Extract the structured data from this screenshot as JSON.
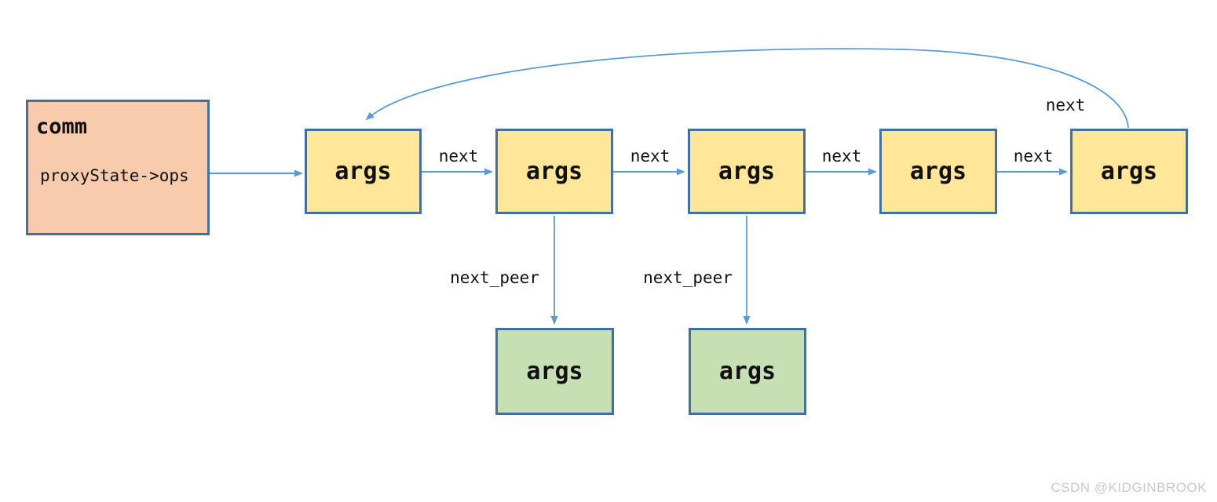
{
  "diagram": {
    "comm": {
      "title": "comm",
      "field": "proxyState->ops"
    },
    "list_nodes": [
      {
        "label": "args"
      },
      {
        "label": "args"
      },
      {
        "label": "args"
      },
      {
        "label": "args"
      },
      {
        "label": "args"
      }
    ],
    "peer_nodes": [
      {
        "label": "args"
      },
      {
        "label": "args"
      }
    ],
    "labels": {
      "next": "next",
      "loop_next": "next",
      "next_peer": "next_peer"
    },
    "colors": {
      "list_node_fill": "#FFE699",
      "peer_node_fill": "#C6E0B4",
      "comm_fill": "#F8CBAD",
      "node_border": "#41719C",
      "arrow": "#5B9BD5",
      "text": "#111111",
      "watermark_text": "#C9C9C9"
    }
  },
  "watermark": "CSDN @KIDGINBROOK"
}
